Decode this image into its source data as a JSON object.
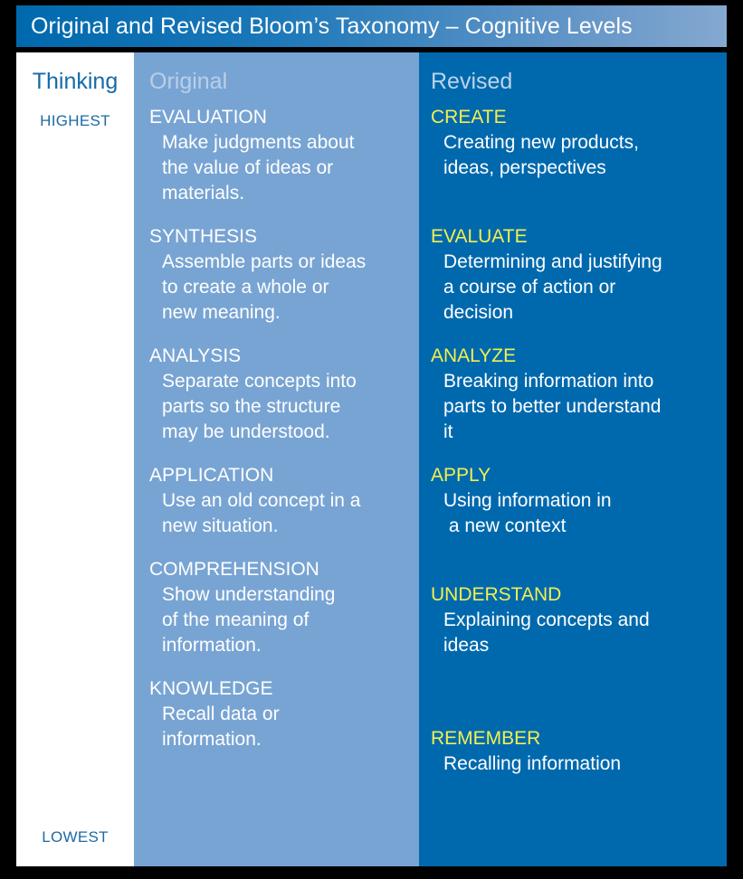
{
  "title": "Original and Revised Bloom’s Taxonomy – Cognitive Levels",
  "colors": {
    "frame": "#000000",
    "title_bar_start": "#0069ae",
    "title_bar_end": "#84a8d0",
    "thinking_column_bg": "#ffffff",
    "original_column_bg": "#78a4d3",
    "revised_column_bg": "#0069ae",
    "thinking_text": "#156ba8",
    "original_heading_text": "#b9cfe8",
    "revised_heading_text": "#bcd3e9",
    "revised_level_title": "#f2ef50",
    "body_text": "#ffffff"
  },
  "columns": {
    "thinking": {
      "header": "Thinking",
      "highest_label": "HIGHEST",
      "lowest_label": "LOWEST"
    },
    "original": {
      "header": "Original",
      "levels": [
        {
          "title": "EVALUATION",
          "lines": [
            "Make judgments about",
            "the value of ideas or",
            "materials."
          ]
        },
        {
          "title": "SYNTHESIS",
          "lines": [
            "Assemble parts or ideas",
            "to create a whole or",
            "new meaning."
          ]
        },
        {
          "title": "ANALYSIS",
          "lines": [
            "Separate concepts into",
            "parts so the structure",
            "may be understood."
          ]
        },
        {
          "title": "APPLICATION",
          "lines": [
            "Use an old concept in a",
            "new situation."
          ]
        },
        {
          "title": "COMPREHENSION",
          "lines": [
            "Show understanding",
            "of the meaning of",
            "information."
          ]
        },
        {
          "title": "KNOWLEDGE",
          "lines": [
            "Recall data or",
            "information."
          ]
        }
      ]
    },
    "revised": {
      "header": "Revised",
      "levels": [
        {
          "title": "CREATE",
          "lines": [
            "Creating new products,",
            "ideas, perspectives"
          ]
        },
        {
          "title": "EVALUATE",
          "lines": [
            "Determining and justifying",
            "a course of action or",
            "decision"
          ]
        },
        {
          "title": "ANALYZE",
          "lines": [
            "Breaking information into",
            "parts to better understand",
            "it"
          ]
        },
        {
          "title": "APPLY",
          "lines": [
            "Using information in",
            " a new context"
          ]
        },
        {
          "title": "UNDERSTAND",
          "lines": [
            "Explaining concepts and",
            "ideas"
          ]
        },
        {
          "title": "REMEMBER",
          "lines": [
            "Recalling information"
          ]
        }
      ]
    }
  }
}
